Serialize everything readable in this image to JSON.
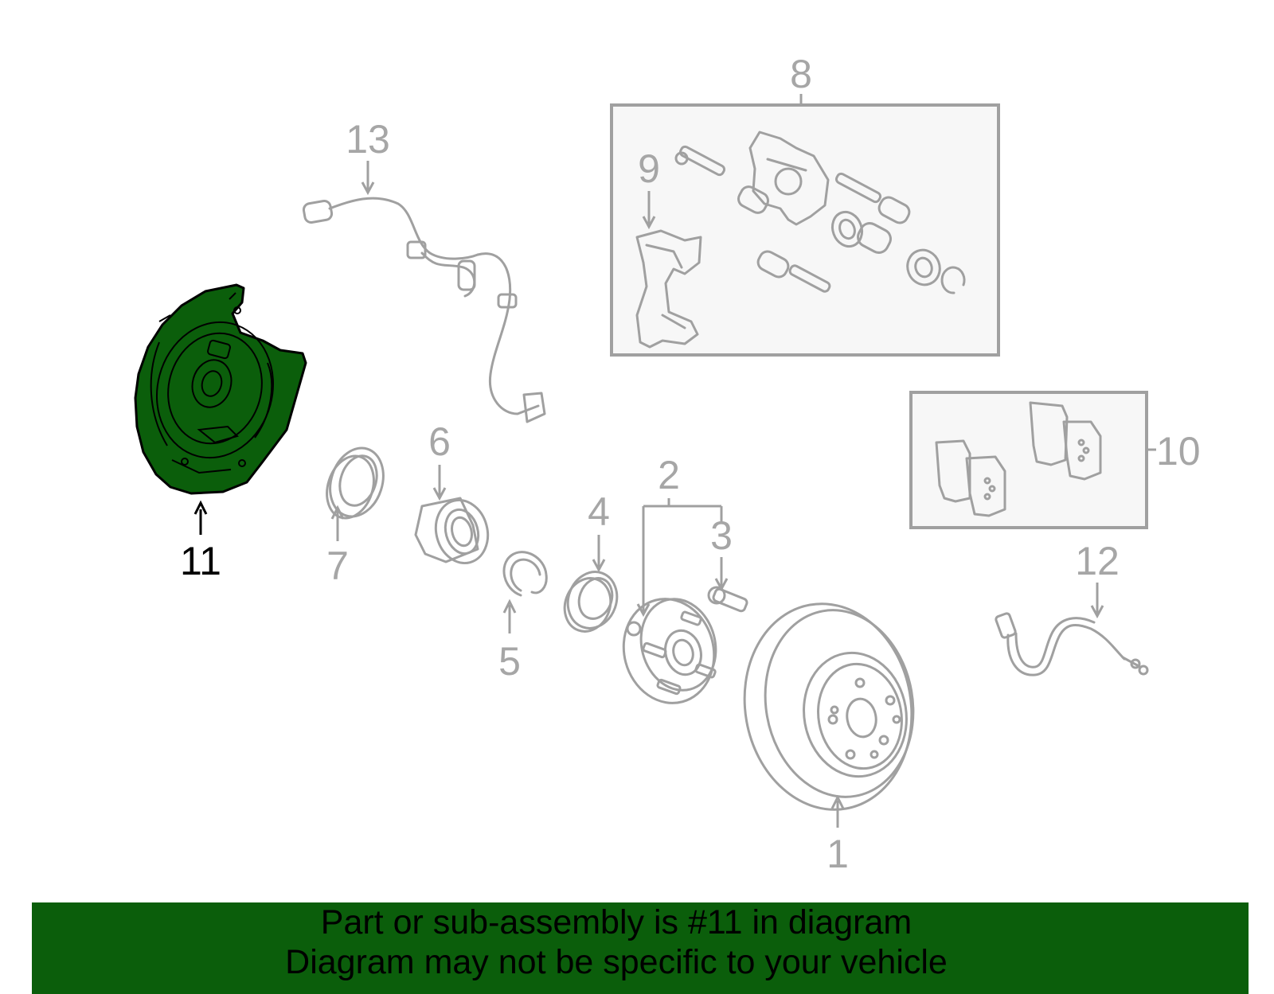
{
  "colors": {
    "highlight_fill": "#0b5e0b",
    "banner_background": "#0b5e0b",
    "part_stroke": "#a0a0a0",
    "label_gray": "#a6a6a6",
    "label_highlight": "#000000"
  },
  "highlighted_callout": "11",
  "callouts": {
    "c1": "1",
    "c2": "2",
    "c3": "3",
    "c4": "4",
    "c5": "5",
    "c6": "6",
    "c7": "7",
    "c8": "8",
    "c9": "9",
    "c10": "10",
    "c11": "11",
    "c12": "12",
    "c13": "13"
  },
  "banner": {
    "line1": "Part or sub-assembly is #11 in diagram",
    "line2": "Diagram may not be specific to your vehicle"
  }
}
